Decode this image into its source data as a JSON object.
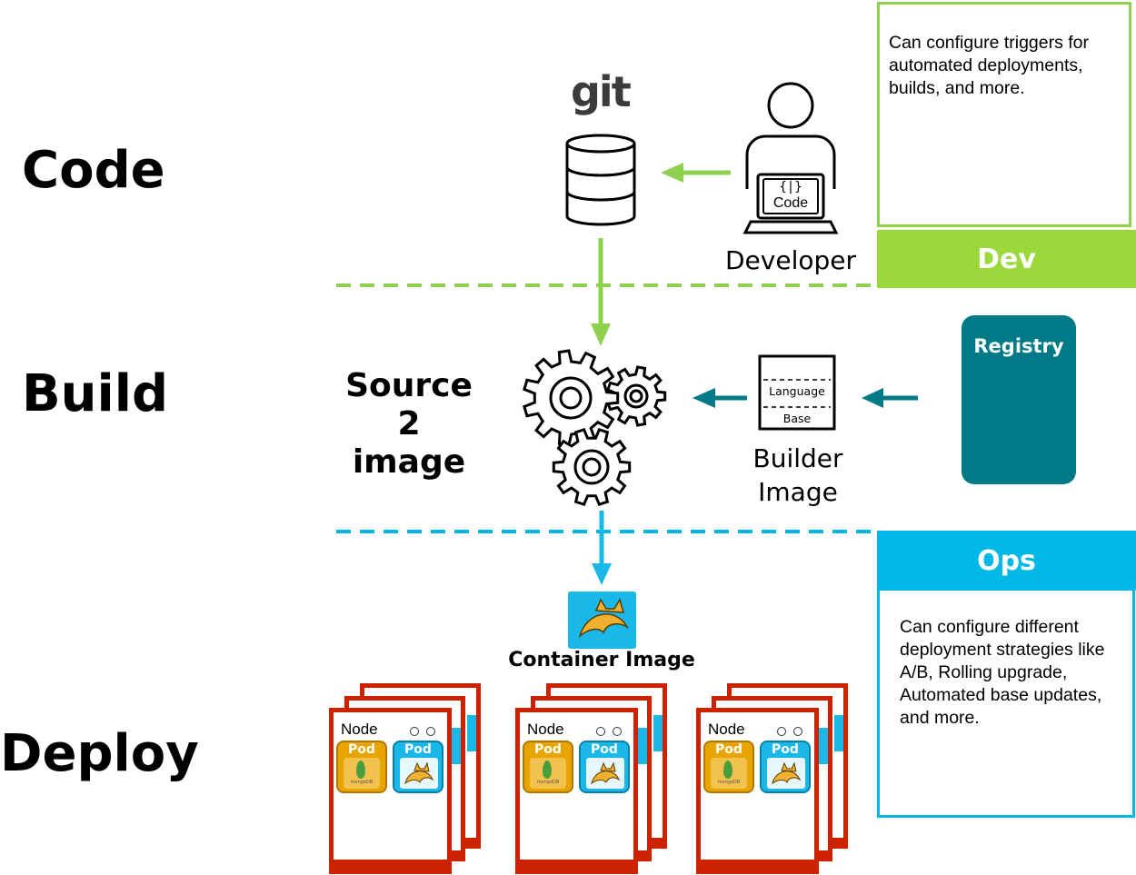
{
  "stages": {
    "code": "Code",
    "build": "Build",
    "deploy": "Deploy"
  },
  "code": {
    "git_logo": "git",
    "laptop_code": "Code",
    "laptop_symbol": "{|}",
    "developer": "Developer"
  },
  "build": {
    "s2i_line1": "Source",
    "s2i_line2": "2",
    "s2i_line3": "image",
    "builder_language": "Language",
    "builder_base": "Base",
    "builder_label_1": "Builder",
    "builder_label_2": "Image",
    "registry": "Registry"
  },
  "deploy": {
    "container_image": "Container Image",
    "nodes": [
      {
        "node": "Node",
        "pod_mongo": "Pod",
        "pod_tomcat": "Pod",
        "mongo_caption": "mongoDB"
      },
      {
        "node": "Node",
        "pod_mongo": "Pod",
        "pod_tomcat": "Pod",
        "mongo_caption": "mongoDB"
      },
      {
        "node": "Node",
        "pod_mongo": "Pod",
        "pod_tomcat": "Pod",
        "mongo_caption": "mongoDB"
      }
    ]
  },
  "dev": {
    "title": "Dev",
    "text": "Can configure triggers for automated deployments, builds, and  more."
  },
  "ops": {
    "title": "Ops",
    "text": "Can configure different deployment strategies like A/B, Rolling upgrade, Automated base updates, and more."
  },
  "colors": {
    "green": "#8fd14f",
    "green_bar": "#9ad83c",
    "blue": "#00b8e6",
    "teal": "#007a87",
    "red": "#cc2200",
    "mongo_gold": "#e8a500",
    "tomcat_blue": "#1ab8e8"
  }
}
